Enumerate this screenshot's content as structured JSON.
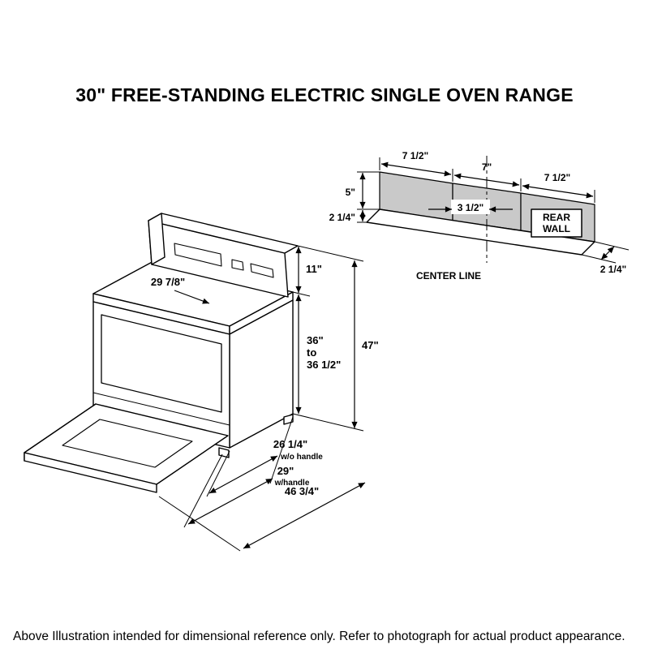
{
  "title": "30\" FREE-STANDING ELECTRIC SINGLE OVEN RANGE",
  "footer": "Above Illustration intended for dimensional reference only. Refer to photograph for actual product appearance.",
  "range_diagram": {
    "cooktop_width": "29 7/8\"",
    "backsplash_height": "11\"",
    "height_min": "36\"",
    "height_to": "to",
    "height_max": "36 1/2\"",
    "overall_height": "47\"",
    "depth_no_handle": "26 1/4\"",
    "depth_no_handle_note": "w/o handle",
    "depth_with_handle": "29\"",
    "depth_with_handle_note": "w/handle",
    "depth_door_open": "46 3/4\""
  },
  "wall_diagram": {
    "left_section_width": "7 1/2\"",
    "center_section_width": "7\"",
    "right_section_width": "7 1/2\"",
    "wall_height": "5\"",
    "base_height": "2 1/4\"",
    "center_offset": "3 1/2\"",
    "rear_wall_line1": "REAR",
    "rear_wall_line2": "WALL",
    "center_line_label": "CENTER LINE",
    "base_depth": "2 1/4\""
  }
}
